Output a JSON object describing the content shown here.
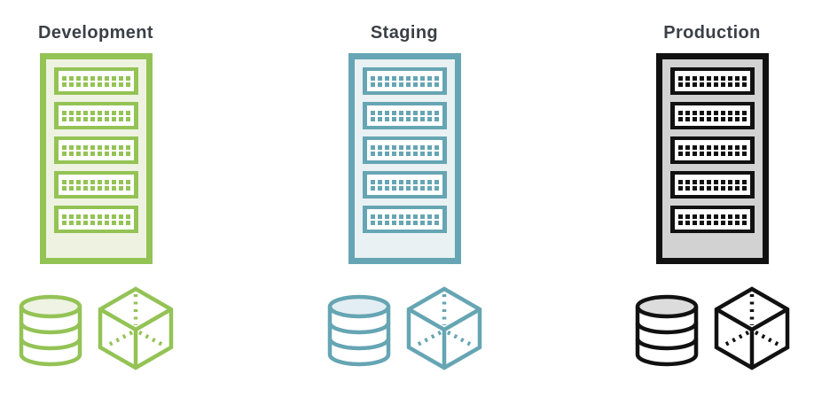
{
  "title_color": "#3b4047",
  "background_color": "#ffffff",
  "environments": [
    {
      "label": "Development",
      "color": "#94c355",
      "rack_fill": "#eef3e1",
      "icon_tint": "#eef3e3",
      "server_count": 5,
      "dot_rows": 2,
      "dot_cols": 10,
      "icons": [
        "database-icon",
        "cube-icon"
      ]
    },
    {
      "label": "Staging",
      "color": "#66a5b3",
      "rack_fill": "#e9f1f3",
      "icon_tint": "#e3eef4",
      "server_count": 5,
      "dot_rows": 2,
      "dot_cols": 10,
      "icons": [
        "database-icon",
        "cube-icon"
      ]
    },
    {
      "label": "Production",
      "color": "#111111",
      "rack_fill": "#d2d2d2",
      "icon_tint": "#dcdcdc",
      "server_count": 5,
      "dot_rows": 2,
      "dot_cols": 10,
      "icons": [
        "database-icon",
        "cube-icon"
      ]
    }
  ]
}
